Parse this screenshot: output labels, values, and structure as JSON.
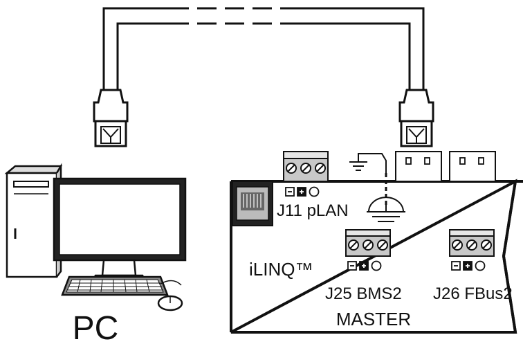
{
  "pc": {
    "label": "PC"
  },
  "board": {
    "brand": "iLINQ™",
    "role": "MASTER",
    "ports": {
      "j11": "J11 pLAN",
      "j25": "J25 BMS2",
      "j26": "J26 FBus2"
    }
  },
  "icons": [
    "desktop-pc-icon",
    "ethernet-cable-icon",
    "rj45-plug-icon",
    "rj45-socket-icon",
    "screw-terminal-icon",
    "ground-icon",
    "shield-ground-icon",
    "polarity-symbols-icon"
  ]
}
